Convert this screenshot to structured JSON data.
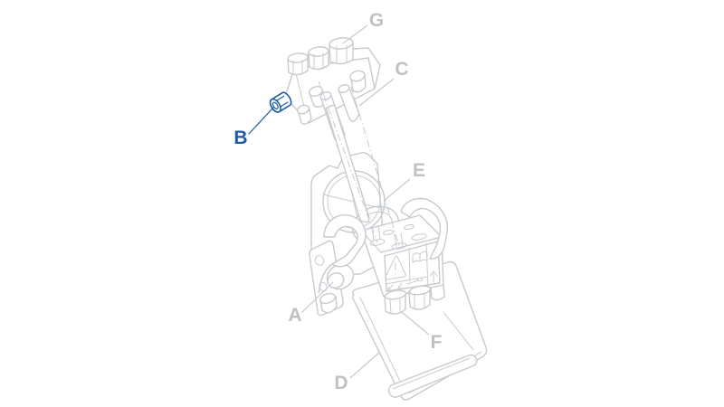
{
  "canvas": {
    "background_color": "#ffffff"
  },
  "palette": {
    "artwork_line": "#c7cbcf",
    "label_text": "#bfc1c4",
    "highlight_blue": "#1d5da6"
  },
  "diagram": {
    "selected_callout": "B",
    "callouts": [
      {
        "id": "A",
        "highlighted": false
      },
      {
        "id": "B",
        "highlighted": true
      },
      {
        "id": "C",
        "highlighted": false
      },
      {
        "id": "D",
        "highlighted": false
      },
      {
        "id": "E",
        "highlighted": false
      },
      {
        "id": "F",
        "highlighted": false
      },
      {
        "id": "G",
        "highlighted": false
      }
    ]
  }
}
